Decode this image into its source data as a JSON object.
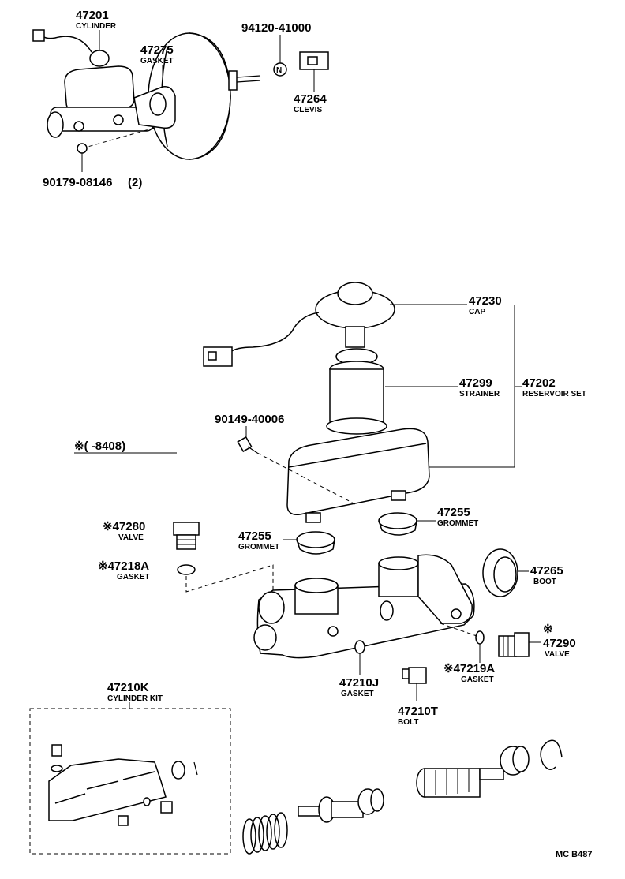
{
  "labels": {
    "p47201": {
      "number": "47201",
      "name": "CYLINDER"
    },
    "p47275": {
      "number": "47275",
      "name": "GASKET"
    },
    "p94120": {
      "number": "94120-41000"
    },
    "p47264": {
      "number": "47264",
      "name": "CLEVIS"
    },
    "p90179": {
      "number": "90179-08146",
      "qty": "(2)"
    },
    "p47230": {
      "number": "47230",
      "name": "CAP"
    },
    "p47299": {
      "number": "47299",
      "name": "STRAINER"
    },
    "p47202": {
      "number": "47202",
      "name": "RESERVOIR SET"
    },
    "p90149": {
      "number": "90149-40006"
    },
    "note": {
      "text": "※(       -8408)"
    },
    "p47280": {
      "number": "※47280",
      "name": "VALVE"
    },
    "p47255a": {
      "number": "47255",
      "name": "GROMMET"
    },
    "p47255b": {
      "number": "47255",
      "name": "GROMMET"
    },
    "p47218A": {
      "number": "※47218A",
      "name": "GASKET"
    },
    "p47265": {
      "number": "47265",
      "name": "BOOT"
    },
    "p47290": {
      "mark": "※",
      "number": "47290",
      "name": "VALVE"
    },
    "p47219A": {
      "number": "※47219A",
      "name": "GASKET"
    },
    "p47210J": {
      "number": "47210J",
      "name": "GASKET"
    },
    "p47210T": {
      "number": "47210T",
      "name": "BOLT"
    },
    "p47210K": {
      "number": "47210K",
      "name": "CYLINDER KIT"
    }
  },
  "footer": {
    "code": "MC B487"
  }
}
